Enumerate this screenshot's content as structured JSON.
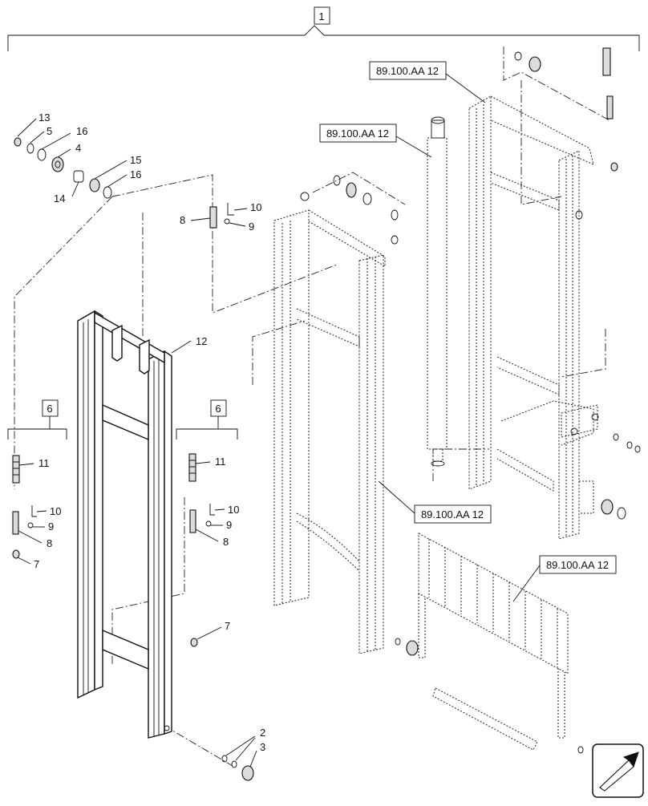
{
  "callouts": {
    "assembly_number": "1",
    "subassembly_left": "6",
    "subassembly_right": "6",
    "refs": [
      "89.100.AA 12",
      "89.100.AA 12",
      "89.100.AA 12",
      "89.100.AA 12"
    ]
  },
  "part_labels": {
    "p13": "13",
    "p5": "5",
    "p16a": "16",
    "p4": "4",
    "p15": "15",
    "p16b": "16",
    "p14": "14",
    "p8top": "8",
    "p10top": "10",
    "p9top": "9",
    "p12": "12",
    "p11l": "11",
    "p10l": "10",
    "p9l": "9",
    "p8l": "8",
    "p7l": "7",
    "p11r": "11",
    "p10r": "10",
    "p9r": "9",
    "p8r": "8",
    "p7r": "7",
    "p2": "2",
    "p3": "3"
  },
  "icons": [
    "direction-arrow-icon"
  ]
}
